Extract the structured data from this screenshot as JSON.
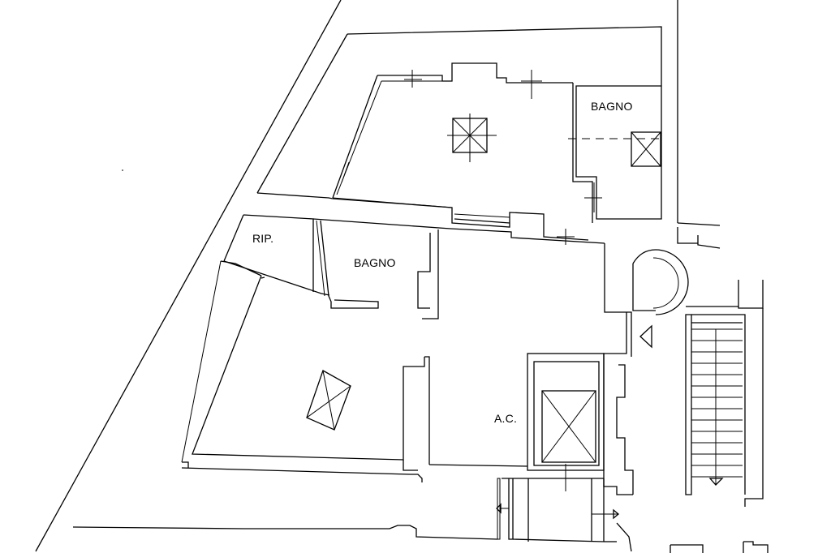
{
  "rooms": {
    "bagno_upper": "BAGNO",
    "ripostiglio": "RIP.",
    "bagno_middle": "BAGNO",
    "ac": "A.C."
  }
}
